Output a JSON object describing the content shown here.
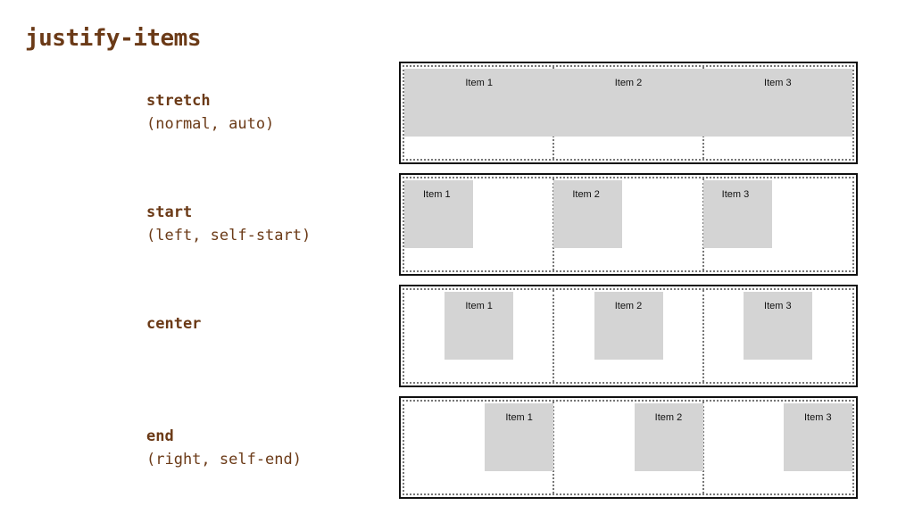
{
  "title": "justify-items",
  "rows": [
    {
      "name": "stretch",
      "alias": "(normal, auto)",
      "mode": "stretch",
      "items": [
        "Item 1",
        "Item 2",
        "Item 3"
      ]
    },
    {
      "name": "start",
      "alias": "(left, self-start)",
      "mode": "start",
      "items": [
        "Item 1",
        "Item 2",
        "Item 3"
      ]
    },
    {
      "name": "center",
      "alias": "",
      "mode": "center",
      "items": [
        "Item 1",
        "Item 2",
        "Item 3"
      ]
    },
    {
      "name": "end",
      "alias": "(right, self-end)",
      "mode": "end",
      "items": [
        "Item 1",
        "Item 2",
        "Item 3"
      ]
    }
  ],
  "colors": {
    "heading": "#6b3a17",
    "item_fill": "#d4d4d4",
    "grid_border": "#111111",
    "grid_lines": "#777777"
  }
}
